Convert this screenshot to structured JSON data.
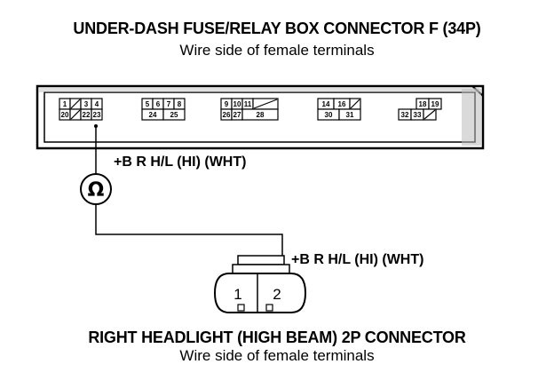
{
  "top": {
    "title": "UNDER-DASH FUSE/RELAY BOX CONNECTOR F (34P)",
    "subtitle": "Wire side of female terminals"
  },
  "wire_label_top": "+B R H/L (HI) (WHT)",
  "wire_label_bottom": "+B R H/L (HI) (WHT)",
  "ohmmeter_symbol": "Ω",
  "bottom": {
    "title": "RIGHT HEADLIGHT (HIGH BEAM) 2P CONNECTOR",
    "subtitle": "Wire side of female terminals"
  },
  "fuse_box_terminals": {
    "g1_top": [
      "1",
      "",
      "3",
      "4"
    ],
    "g1_bot": [
      "20",
      "",
      "22",
      "23"
    ],
    "g2_top": [
      "5",
      "6",
      "7",
      "8"
    ],
    "g2_bot": [
      "24",
      "25"
    ],
    "g3_top": [
      "9",
      "10",
      "11",
      ""
    ],
    "g3_bot": [
      "26",
      "27",
      "28"
    ],
    "g4_top": [
      "14",
      "16",
      ""
    ],
    "g4_bot": [
      "30",
      "31"
    ],
    "g5_top": [
      "18",
      "19"
    ],
    "g5_bot": [
      "32",
      "33",
      ""
    ]
  },
  "headlight_pins": [
    "1",
    "2"
  ]
}
